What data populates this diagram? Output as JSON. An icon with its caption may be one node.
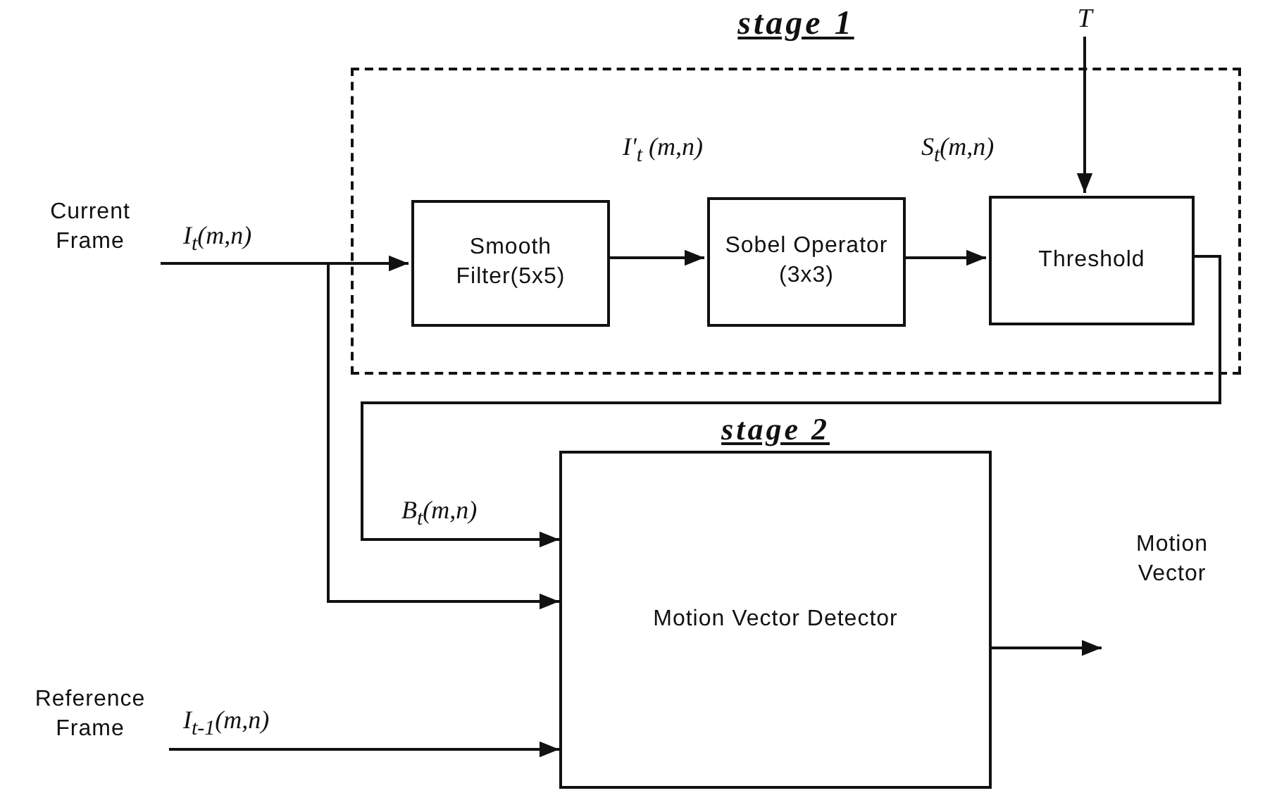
{
  "diagram": {
    "nodes": [
      {
        "text": [
          "stage 1"
        ]
      },
      {
        "text": [
          "Current Frame"
        ]
      },
      {
        "text": [
          "Smooth Filter(5x5)"
        ],
        "in": 0
      },
      {
        "text": [
          "Sobel Operator (3x3)"
        ],
        "in": 0
      },
      {
        "text": [
          "Threshold"
        ],
        "in": 0
      },
      {
        "text": [
          "T"
        ]
      },
      {
        "text": [
          "stage 2",
          "Motion Vector Detector"
        ]
      },
      {
        "text": [
          "Reference Frame"
        ]
      },
      {
        "text": [
          "Motion Vector"
        ]
      }
    ],
    "edges": [
      {
        "from": 1,
        "to": 2,
        "arrow": "to",
        "label": "I$_{t}$(m,n)"
      },
      {
        "from": 2,
        "to": 3,
        "arrow": "to",
        "label": "I'$_{t}$ (m,n)"
      },
      {
        "from": 3,
        "to": 4,
        "arrow": "to",
        "label": "S$_{t}$(m,n)"
      },
      {
        "from": 5,
        "to": 4,
        "arrow": "to"
      },
      {
        "from": 4,
        "to": 6,
        "arrow": "to",
        "label": "B$_{t}$(m,n)"
      },
      {
        "from": 1,
        "to": 6,
        "arrow": "to"
      },
      {
        "from": 7,
        "to": 6,
        "arrow": "to",
        "label": "I$_{t-1}$(m,n)"
      },
      {
        "from": 6,
        "to": 8,
        "arrow": "to"
      }
    ]
  }
}
